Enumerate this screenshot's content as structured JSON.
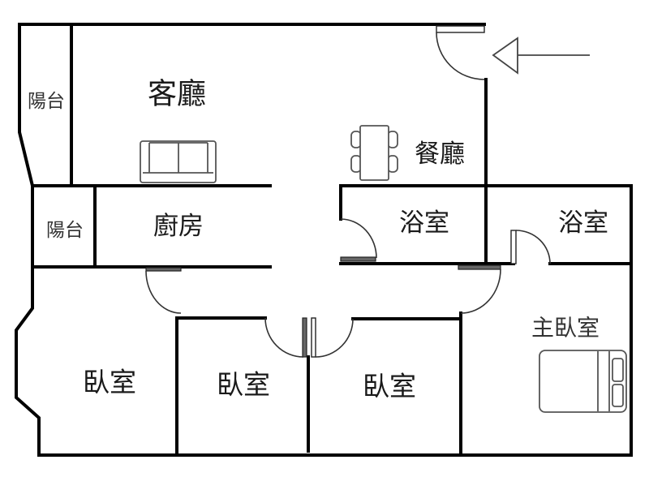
{
  "floor_plan": {
    "rooms": {
      "living_room": "客廳",
      "dining_room": "餐廳",
      "kitchen": "廚房",
      "balcony_front": "陽台",
      "balcony_kitchen": "陽台",
      "bathroom_public": "浴室",
      "bathroom_master": "浴室",
      "master_bedroom": "主臥室",
      "bedroom_left": "臥室",
      "bedroom_middle": "臥室",
      "bedroom_right": "臥室"
    },
    "furniture": [
      "sofa-icon",
      "dining-table-icon",
      "bed-icon"
    ],
    "entrance_marker": "entrance-arrow-icon"
  },
  "colors": {
    "wall": "#000000",
    "background": "#ffffff",
    "fixture": "#555555",
    "label": "#1a1a1a"
  }
}
